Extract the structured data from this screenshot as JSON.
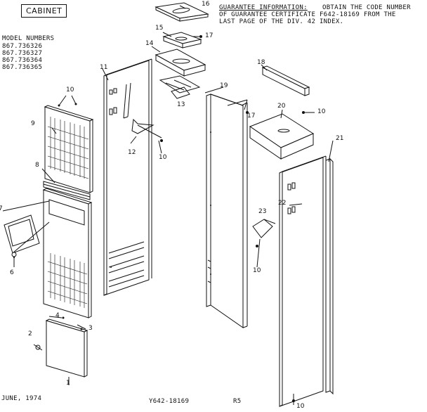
{
  "header": {
    "title": "CABINET"
  },
  "model_numbers": {
    "heading": "MODEL NUMBERS",
    "items": [
      "867.736326",
      "867.736327",
      "867.736364",
      "867.736365"
    ]
  },
  "guarantee": {
    "heading": "GUARANTEE INFORMATION:",
    "line1_rest": "OBTAIN THE CODE NUMBER",
    "line2": "OF GUARANTEE CERTIFICATE F642-18169 FROM THE",
    "line3": "LAST PAGE OF THE DIV. 42 INDEX."
  },
  "footer": {
    "date": "JUNE, 1974",
    "code": "Y642-18169",
    "page": "R5"
  },
  "callouts": [
    "16",
    "15",
    "17",
    "14",
    "11",
    "13",
    "19",
    "17",
    "18",
    "20",
    "10",
    "10",
    "10",
    "9",
    "12",
    "10",
    "8",
    "7",
    "6",
    "4",
    "3",
    "2",
    "1",
    "21",
    "22",
    "23",
    "10",
    "10"
  ]
}
